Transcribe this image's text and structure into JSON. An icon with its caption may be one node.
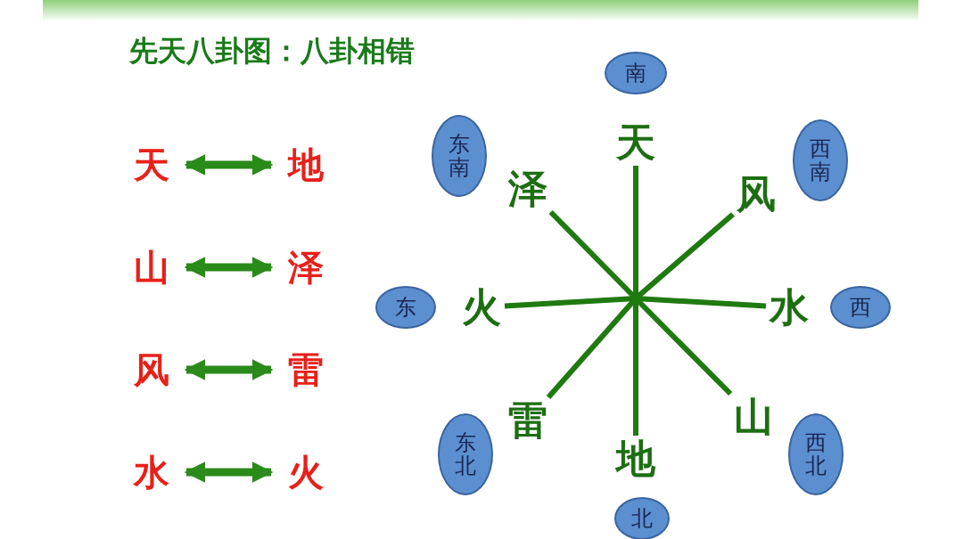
{
  "diagram": {
    "title": "先天八卦图：八卦相错",
    "nodes": [
      {
        "text": [
          "天"
        ]
      },
      {
        "text": [
          "地"
        ]
      },
      {
        "text": [
          "山"
        ]
      },
      {
        "text": [
          "泽"
        ]
      },
      {
        "text": [
          "风"
        ]
      },
      {
        "text": [
          "雷"
        ]
      },
      {
        "text": [
          "水"
        ]
      },
      {
        "text": [
          "火"
        ]
      },
      {
        "text": [
          "南"
        ]
      },
      {
        "text": [
          "东南"
        ]
      },
      {
        "text": [
          "天"
        ]
      },
      {
        "text": [
          "西南"
        ]
      },
      {
        "text": [
          "泽"
        ]
      },
      {
        "text": [
          "风"
        ]
      },
      {
        "text": [
          "东"
        ]
      },
      {
        "text": [
          "火"
        ]
      },
      {
        "text": [
          "水"
        ]
      },
      {
        "text": [
          "西"
        ]
      },
      {
        "text": [
          "雷"
        ]
      },
      {
        "text": [
          "山"
        ]
      },
      {
        "text": [
          "东北"
        ]
      },
      {
        "text": [
          "西北"
        ]
      },
      {
        "text": [
          "地"
        ]
      },
      {
        "text": [
          "北"
        ]
      }
    ],
    "edges": [
      {
        "from": 0,
        "to": 1,
        "arrow": "both"
      },
      {
        "from": 2,
        "to": 3,
        "arrow": "both"
      },
      {
        "from": 4,
        "to": 5,
        "arrow": "both"
      },
      {
        "from": 6,
        "to": 7,
        "arrow": "both"
      },
      {
        "from": 10,
        "to": 22,
        "arrow": "none"
      },
      {
        "from": 13,
        "to": 18,
        "arrow": "none"
      },
      {
        "from": 15,
        "to": 16,
        "arrow": "none"
      },
      {
        "from": 12,
        "to": 19,
        "arrow": "none"
      }
    ]
  }
}
